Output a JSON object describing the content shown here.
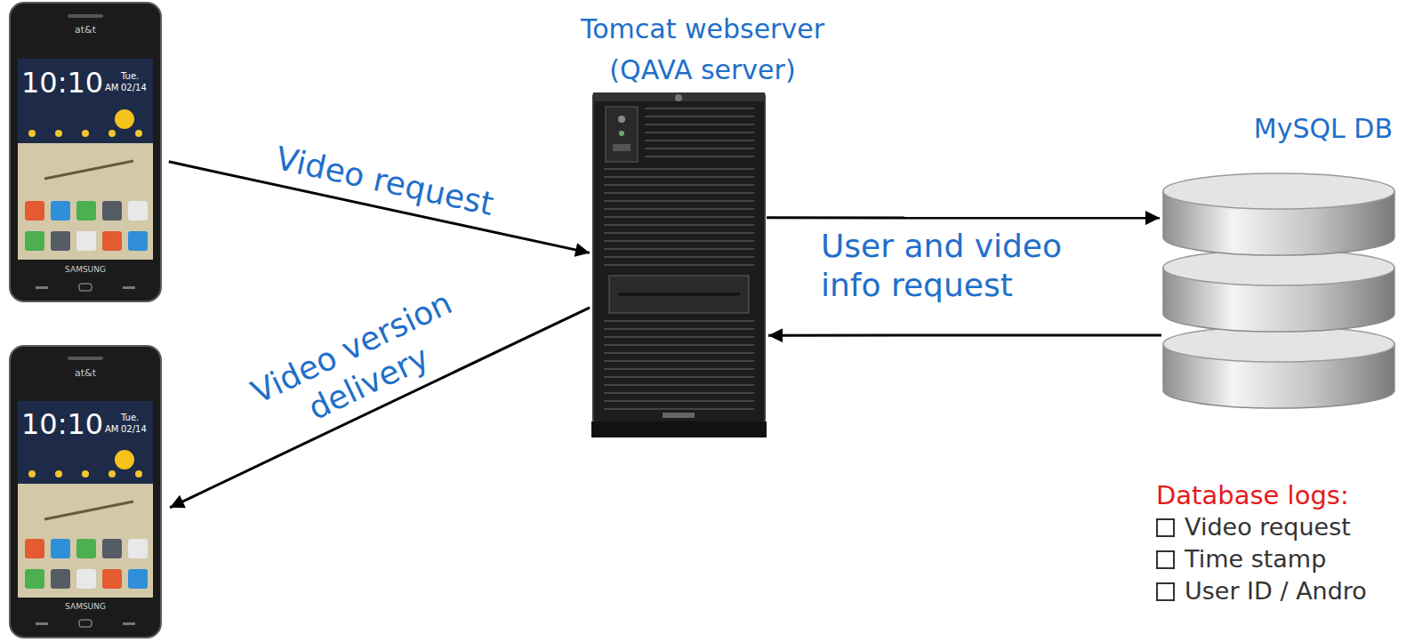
{
  "diagram": {
    "nodes": [
      {
        "text": [
          "at&t",
          "10:10",
          "AM",
          "Tue. 02/14",
          "SAMSUNG"
        ]
      },
      {
        "text": [
          "Tomcat webserver (QAVA server)"
        ]
      },
      {
        "text": [
          "MySQL DB"
        ]
      },
      {
        "text": [
          "at&t",
          "10:10",
          "AM",
          "Tue. 02/14",
          "SAMSUNG"
        ]
      }
    ],
    "edges": [
      {
        "from": 0,
        "to": 1,
        "arrow": "to",
        "label": "Video request"
      },
      {
        "from": 1,
        "to": 2,
        "arrow": "to",
        "label": "User and video info request"
      },
      {
        "from": 2,
        "to": 1,
        "arrow": "to"
      },
      {
        "from": 1,
        "to": 3,
        "arrow": "to",
        "label": "Video version delivery"
      }
    ],
    "labels": [
      "Database logs:",
      "Video request",
      "Time stamp",
      "User ID / Andro"
    ]
  }
}
